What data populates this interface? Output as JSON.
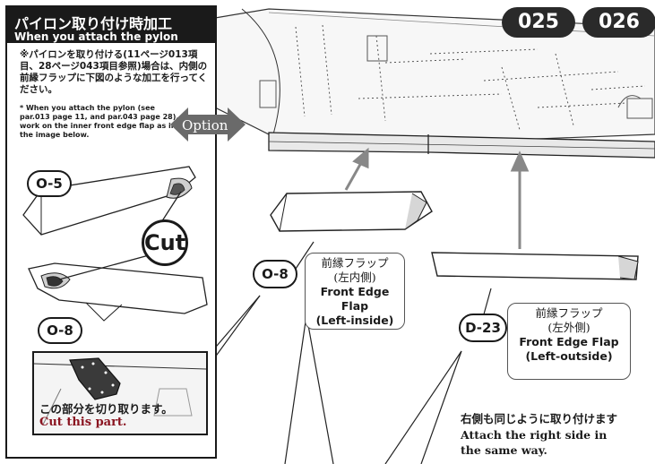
{
  "sidebar": {
    "title_ja": "パイロン取り付け時加工",
    "title_en": "When you attach the pylon",
    "note_ja": "※パイロンを取り付ける(11ページ013項目、28ページ043項目参照)場合は、内側の前縁フラップに下図のような加工を行ってください。",
    "note_en": "* When you attach the pylon (see par.013 page 11, and par.043 page 28), work on the inner front edge flap as in the image below.",
    "part_top": "O-5",
    "cut_label": "Cut",
    "part_bottom": "O-8",
    "cut_note_ja": "この部分を切り取ります。",
    "cut_note_en": "Cut this part."
  },
  "option_label": "Option",
  "steps": [
    "025",
    "026"
  ],
  "part_o8": {
    "id": "O-8",
    "name_ja": "前縁フラップ",
    "side_ja": "(左内側)",
    "name_en": "Front Edge Flap",
    "side_en": "(Left-inside)"
  },
  "part_d23": {
    "id": "D-23",
    "name_ja": "前縁フラップ",
    "side_ja": "(左外側)",
    "name_en": "Front Edge Flap",
    "side_en": "(Left-outside)"
  },
  "instruction": {
    "ja": "右側も同じように取り付けます",
    "en_line1": "Attach the right side in",
    "en_line2": "the same way."
  },
  "colors": {
    "dark": "#1a1a1a",
    "accent_red": "#8a1420",
    "badge": "#2a2a2a"
  }
}
